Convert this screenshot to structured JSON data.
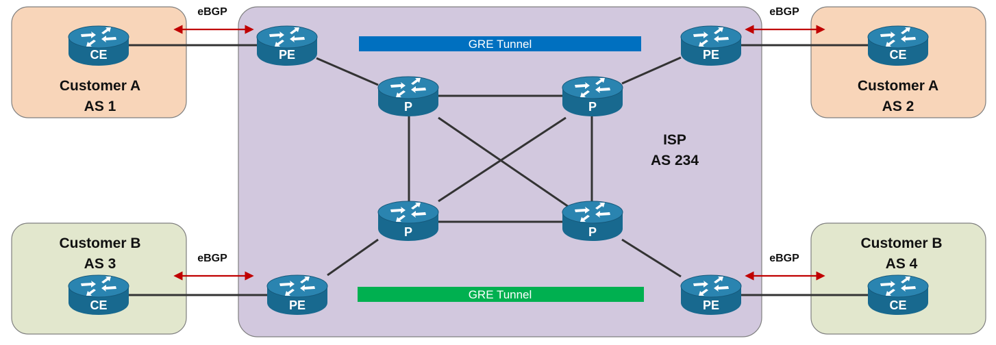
{
  "diagram": {
    "customers": {
      "a1": {
        "name": "Customer A",
        "as": "AS 1"
      },
      "a2": {
        "name": "Customer A",
        "as": "AS 2"
      },
      "b3": {
        "name": "Customer B",
        "as": "AS 3"
      },
      "b4": {
        "name": "Customer B",
        "as": "AS 4"
      }
    },
    "isp": {
      "name": "ISP",
      "as": "AS 234"
    },
    "tunnels": {
      "top": {
        "label": "GRE Tunnel",
        "color": "#0070c0"
      },
      "bottom": {
        "label": "GRE Tunnel",
        "color": "#00b050"
      }
    },
    "bgp": {
      "top_left": "eBGP",
      "top_right": "eBGP",
      "bottom_left": "eBGP",
      "bottom_right": "eBGP"
    },
    "routers": {
      "ce": "CE",
      "pe": "PE",
      "p": "P"
    },
    "colors": {
      "customer_a_fill": "#f8d5b9",
      "customer_b_fill": "#e2e7cd",
      "isp_fill": "#d2c8de",
      "router_body": "#1a6e96",
      "router_top": "#2b86b3",
      "link": "#333333",
      "bgp_arrow": "#c00000"
    }
  }
}
